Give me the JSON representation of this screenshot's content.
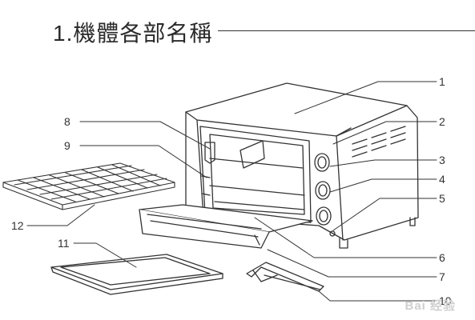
{
  "title": "1.機體各部名稱",
  "callouts": {
    "c1": "1",
    "c2": "2",
    "c3": "3",
    "c4": "4",
    "c5": "5",
    "c6": "6",
    "c7": "7",
    "c8": "8",
    "c9": "9",
    "c10": "10",
    "c11": "11",
    "c12": "12"
  },
  "watermark": "Bai 经验"
}
